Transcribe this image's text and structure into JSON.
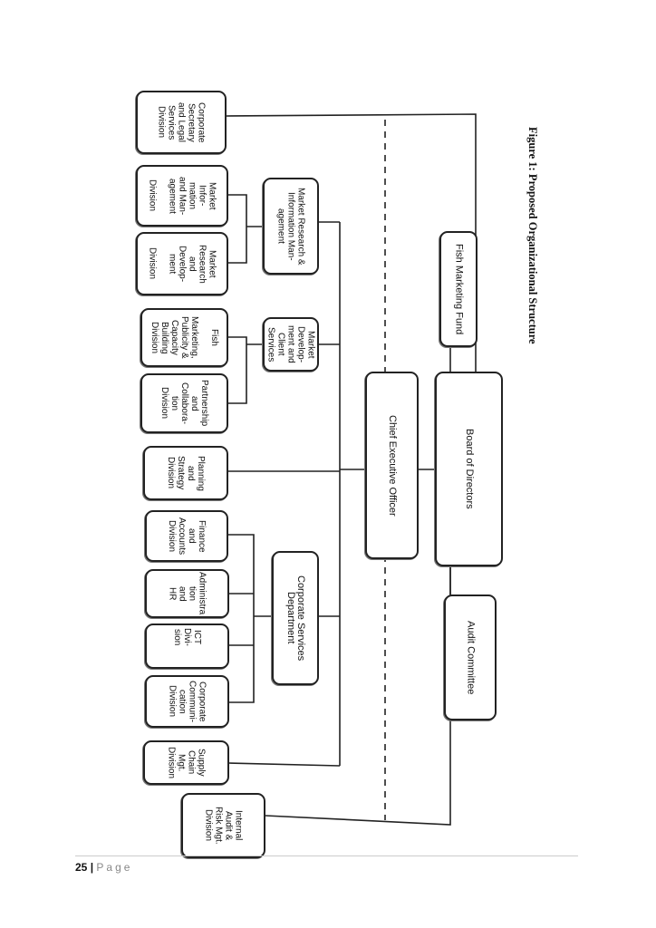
{
  "figure_title": "Figure 1:  Proposed Organizational Structure",
  "boxes": {
    "board": "Board of Directors",
    "fund": "Fish Marketing Fund",
    "audit_committee": "Audit Committee",
    "ceo": "Chief Executive Officer",
    "corp_secretary": "Corporate\nSecretary\nand Legal\nServices\nDivision",
    "mrim_dept": "Market Research &\nInformation Man-\nagement",
    "market_info_div": "Market\nInfor-\nmation\nand Man-\nagement\n\nDivision",
    "market_research_div": "Market\nResearch\nand\nDevelop-\nment\n\nDivision",
    "mdcs_dept": "Market Develop-\nment and\nClient Services",
    "fish_marketing_div": "Fish\n\nMarketing,\nPublicity &\nCapacity\nBuilding\nDivision",
    "partnership_div": "Partnership\nand\nCollabora-\ntion\nDivision",
    "planning_div": "Planning\nand\nStrategy\nDivision",
    "corp_services_dept": "Corporate Services\nDepartment",
    "finance_div": "Finance\nand\nAccounts\nDivision",
    "admin_hr": "Administra\ntion\nand\nHR",
    "ict_div": "ICT\nDivi-\nsion",
    "corp_comm_div": "Corporate\nCommuni-\ncation\nDivision",
    "supply_chain_div": "Supply\nChain\nMgt.\nDivision",
    "internal_audit_div": "Internal\nAudit &\nRisk Mgt.\nDivision"
  },
  "footer": {
    "page_number": "25",
    "separator": " | ",
    "page_label": "Page"
  }
}
